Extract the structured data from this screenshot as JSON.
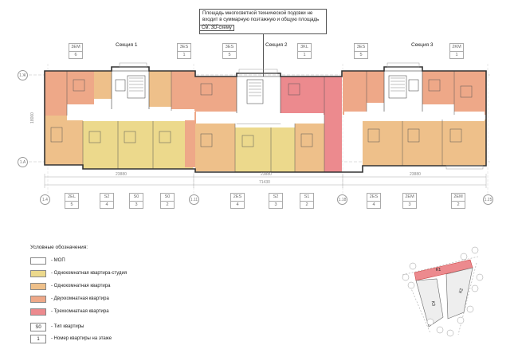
{
  "note": {
    "text": "Площадь многосветной технической подсвки не входит в суммарную поэтажную и общую площадь здания",
    "ref": "См. 3D-схему"
  },
  "sections": [
    "Секция 1",
    "Секция 2",
    "Секция 3"
  ],
  "top_types": [
    {
      "type": "3EM",
      "num": "6"
    },
    {
      "type": "3ES",
      "num": "1"
    },
    {
      "type": "3ES",
      "num": "5"
    },
    {
      "type": "3KL",
      "num": "1"
    },
    {
      "type": "3ES",
      "num": "5"
    },
    {
      "type": "2KM",
      "num": "1"
    }
  ],
  "bottom_types": [
    {
      "type": "2EL",
      "num": "5"
    },
    {
      "type": "S2",
      "num": "4"
    },
    {
      "type": "S0",
      "num": "3"
    },
    {
      "type": "S0",
      "num": "2"
    },
    {
      "type": "2ES",
      "num": "4"
    },
    {
      "type": "S2",
      "num": "3"
    },
    {
      "type": "S1",
      "num": "2"
    },
    {
      "type": "2ES",
      "num": "4"
    },
    {
      "type": "2EM",
      "num": "3"
    },
    {
      "type": "2EM",
      "num": "2"
    }
  ],
  "axes": {
    "left_top": "1.Ж",
    "left_bottom": "1.А",
    "bottom": [
      "1.4",
      "1.11",
      "1.18",
      "1.25"
    ]
  },
  "dims": {
    "d1": "23880",
    "d2": "23880",
    "d3": "23880",
    "total": "71430",
    "depth": "18000"
  },
  "legend": {
    "title": "Условные обозначения:",
    "items": [
      {
        "label": "- МОП",
        "color": "#ffffff"
      },
      {
        "label": "- Однокомнатная квартира-студия",
        "color": "#ecd98c"
      },
      {
        "label": "- Однокомнатная квартира",
        "color": "#eec08a"
      },
      {
        "label": "- Двухкомнатная квартира",
        "color": "#eea888"
      },
      {
        "label": "- Трехкомнатная квартира",
        "color": "#ec8a8e"
      }
    ],
    "code_rows": [
      {
        "code": "S0",
        "label": "- Тип квартиры"
      },
      {
        "code": "1",
        "label": "- Номер квартиры на этаже"
      }
    ]
  },
  "keyplan": {
    "labels": [
      "К1",
      "К2",
      "К3"
    ]
  },
  "colors": {
    "studio": "#ecd98c",
    "one": "#eec08a",
    "two": "#eea888",
    "three": "#ec8a8e",
    "wall": "#333333"
  }
}
